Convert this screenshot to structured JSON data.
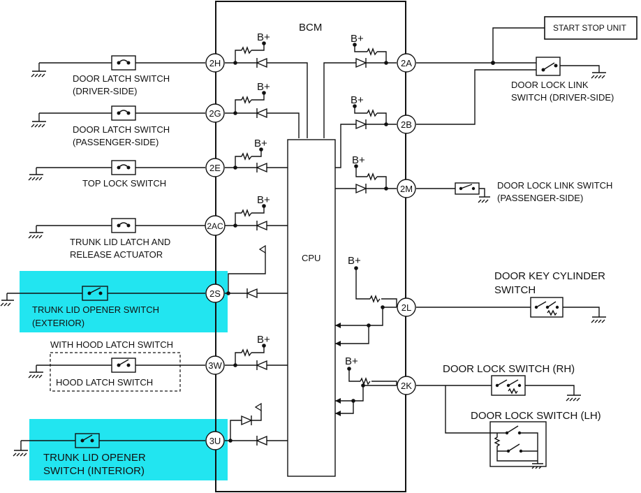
{
  "bcm_title": "BCM",
  "cpu_label": "CPU",
  "supply": "B+",
  "start_stop_unit": "START STOP UNIT",
  "pins": {
    "p2H": "2H",
    "p2G": "2G",
    "p2E": "2E",
    "p2AC": "2AC",
    "p2S": "2S",
    "p3W": "3W",
    "p3U": "3U",
    "p2A": "2A",
    "p2B": "2B",
    "p2M": "2M",
    "p2L": "2L",
    "p2K": "2K"
  },
  "left": {
    "door_latch_driver_1": "DOOR LATCH SWITCH",
    "door_latch_driver_2": "(DRIVER-SIDE)",
    "door_latch_pass_1": "DOOR LATCH SWITCH",
    "door_latch_pass_2": "(PASSENGER-SIDE)",
    "top_lock": "TOP LOCK SWITCH",
    "trunk_latch_1": "TRUNK LID LATCH AND",
    "trunk_latch_2": "RELEASE ACTUATOR",
    "trunk_ext_1": "TRUNK LID OPENER SWITCH",
    "trunk_ext_2": "(EXTERIOR)",
    "with_hood": "WITH HOOD LATCH SWITCH",
    "hood_latch": "HOOD LATCH SWITCH",
    "trunk_int_1": "TRUNK LID OPENER",
    "trunk_int_2": "SWITCH (INTERIOR)"
  },
  "right": {
    "link_driver_1": "DOOR LOCK LINK",
    "link_driver_2": "SWITCH (DRIVER-SIDE)",
    "link_pass_1": "DOOR LOCK LINK SWITCH",
    "link_pass_2": "(PASSENGER-SIDE)",
    "key_cyl_1": "DOOR KEY CYLINDER",
    "key_cyl_2": "SWITCH",
    "lock_rh": "DOOR LOCK SWITCH (RH)",
    "lock_lh": "DOOR LOCK SWITCH (LH)"
  },
  "colors": {
    "highlight": "#22e5f0",
    "line": "#111111"
  }
}
